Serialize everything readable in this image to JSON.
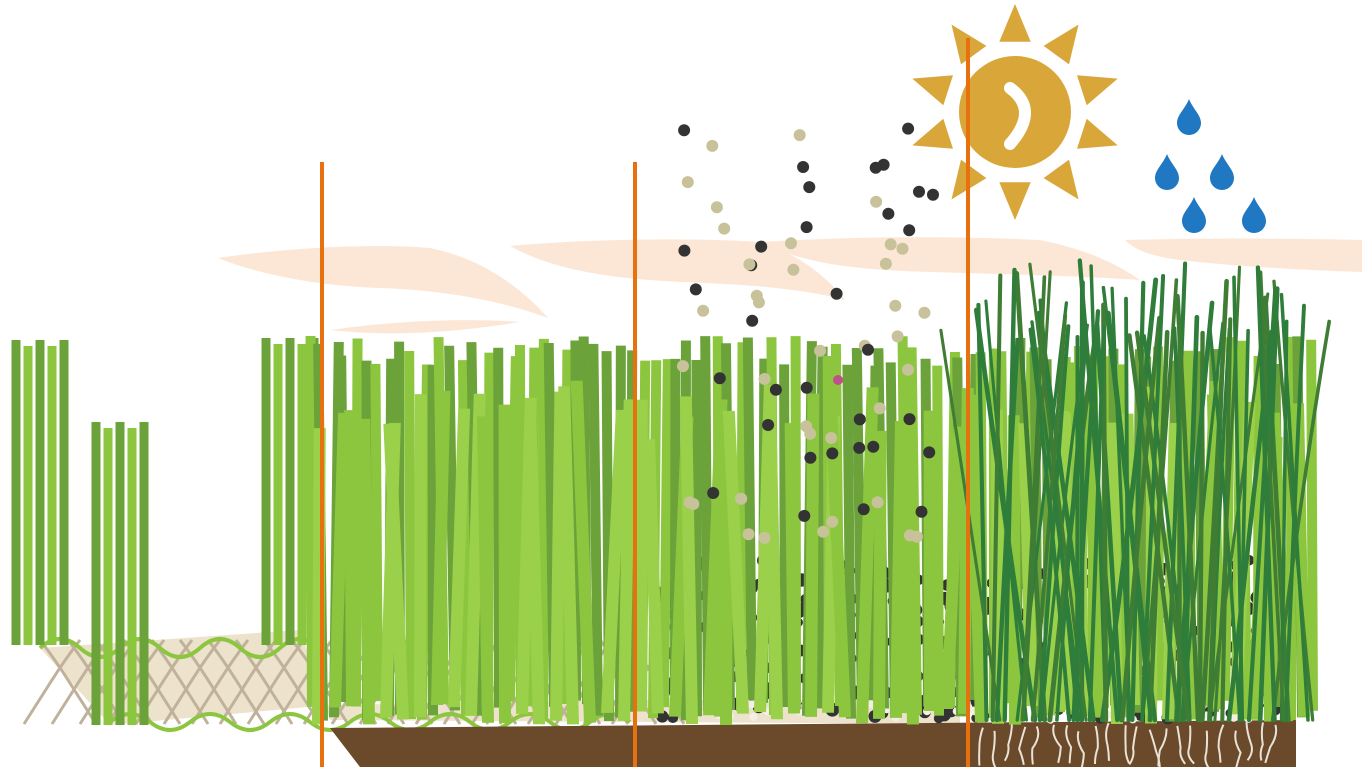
{
  "colors": {
    "background": "#ffffff",
    "divider": "#e8710f",
    "grass_light": "#8cc63f",
    "grass_mid": "#6ba33a",
    "grass_dark": "#3f7d35",
    "grass_live": "#2f7d3a",
    "mesh_fill": "#ede2cc",
    "mesh_line": "#bfb19a",
    "mesh_edge": "#8cc63f",
    "soil": "#6a4a2a",
    "roots": "#e9e2d6",
    "infill_black": "#333333",
    "infill_sand": "#c8c29b",
    "infill_pink": "#c0508c",
    "sun": "#d9a63a",
    "sun_core": "#ffffff",
    "water": "#1f78c1",
    "wind": "#fbe3cf"
  },
  "icons": {
    "sun": "sun-icon",
    "water": "water-drop-icon",
    "grass": "grass-tuft-icon"
  },
  "stages": [
    {
      "id": "backing",
      "infill": false,
      "soil": false,
      "live": false
    },
    {
      "id": "tufted",
      "infill": false,
      "soil": true,
      "live": false
    },
    {
      "id": "infilled",
      "infill": true,
      "soil": true,
      "live": false
    },
    {
      "id": "hybrid",
      "infill": true,
      "soil": true,
      "live": true
    }
  ]
}
